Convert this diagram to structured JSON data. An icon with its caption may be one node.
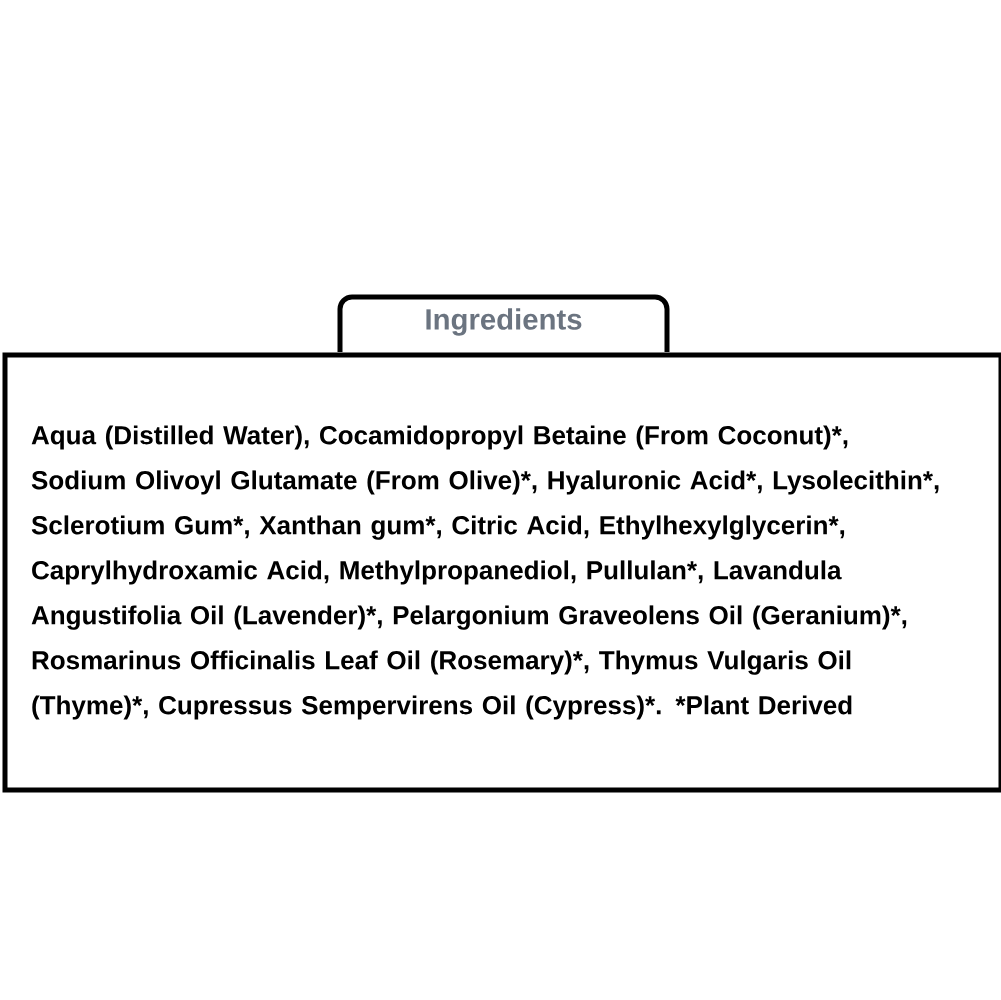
{
  "diagram": {
    "nodes": [
      {
        "text": [
          "Ingredients"
        ]
      },
      {
        "text": [
          "Aqua (Distilled Water),",
          "Cocamidopropyl Betaine (From Coconut)*,",
          "Sodium Olivoyl Glutamate (From Olive)*,",
          "Hyaluronic Acid*,",
          "Lysolecithin*,",
          "Sclerotium Gum*,",
          "Xanthan gum*,",
          "Citric Acid,",
          "Ethylhexylglycerin*,",
          "Caprylhydroxamic Acid,",
          "Methylpropanediol,",
          "Pullulan*,",
          "Lavandula Angustifolia Oil (Lavender)*,",
          "Pelargonium Graveolens Oil (Geranium)*,",
          "Rosmarinus Officinalis Leaf Oil (Rosemary)*,",
          "Thymus Vulgaris Oil (Thyme)*,",
          "Cupressus Sempervirens Oil (Cypress)*.",
          "*Plant Derived"
        ]
      }
    ]
  }
}
